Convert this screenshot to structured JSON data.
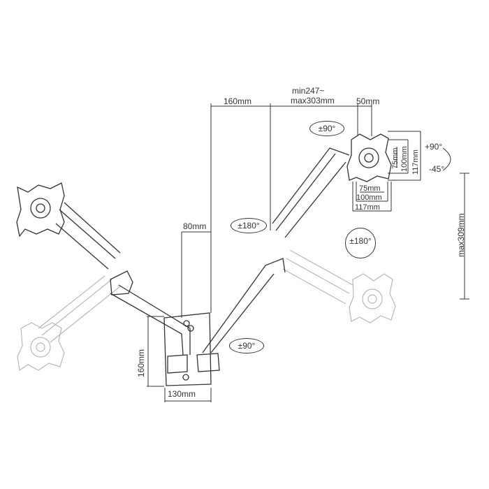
{
  "diagram": {
    "subject": "Dual monitor wall-mount arm technical drawing",
    "colors": {
      "line": "#333333",
      "ghost": "#b8b8b8",
      "background": "#ffffff"
    },
    "dimensions": {
      "reach_inner": "160mm",
      "reach_outer_min": "min247~",
      "reach_outer_max": "max303mm",
      "head_offset": "50mm",
      "base_offset": "80mm",
      "base_height": "160mm",
      "base_width": "130mm",
      "height_adjust": "max309mm",
      "vesa_v_75": "75mm",
      "vesa_v_100": "100mm",
      "vesa_v_117": "117mm",
      "vesa_h_75": "75mm",
      "vesa_h_100": "100mm",
      "vesa_h_117": "117mm"
    },
    "rotations": {
      "head_swivel": "±90°",
      "elbow_swivel": "±180°",
      "base_swivel": "±90°",
      "screen_rotation": "±180°",
      "tilt_up": "+90°",
      "tilt_down": "-45°"
    }
  }
}
